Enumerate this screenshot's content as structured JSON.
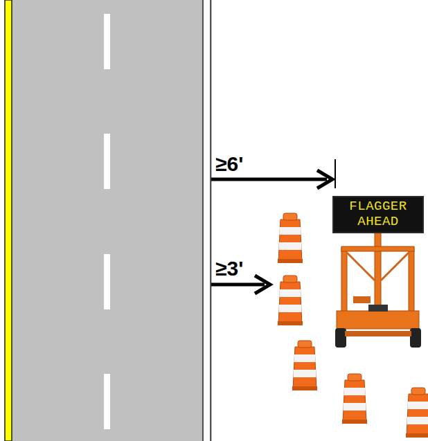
{
  "diagram": {
    "nodes": [
      {
        "text": [
          "FLAGGER AHEAD"
        ]
      }
    ],
    "labels": [
      "≥6'",
      "≥3'"
    ]
  }
}
